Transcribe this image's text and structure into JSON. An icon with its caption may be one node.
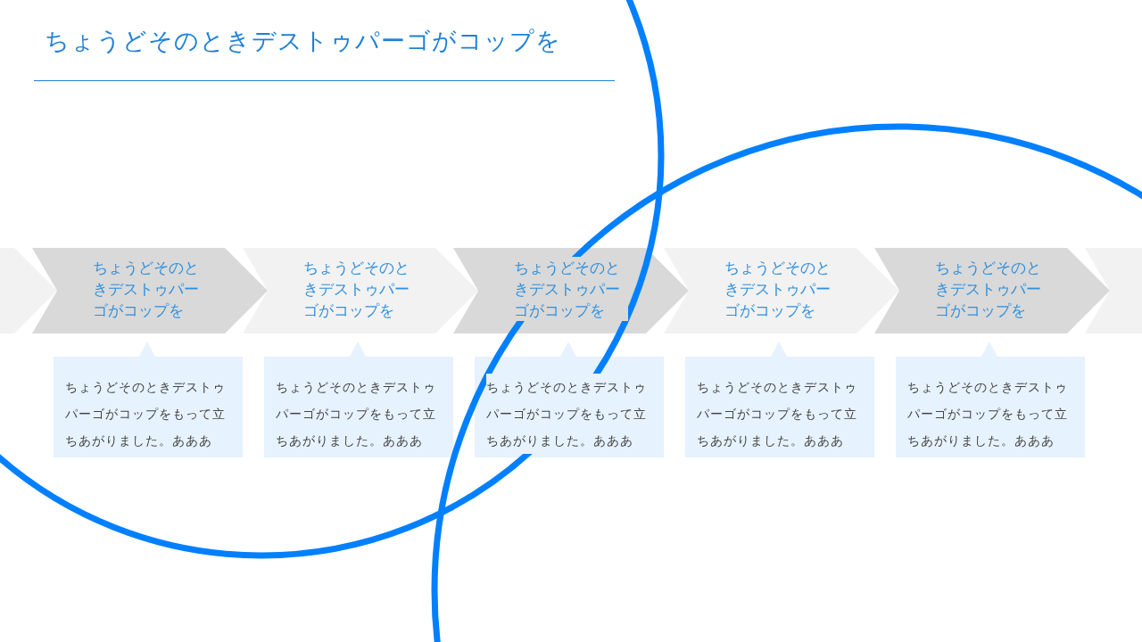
{
  "diagram": {
    "title": "ちょうどそのときデストゥパーゴがコップを",
    "nodes": [
      {
        "text": [],
        "shape": "chevron"
      },
      {
        "text": [
          "ちょうどそのときデストゥパーゴがコップを"
        ]
      },
      {
        "text": [
          "ちょうどそのときデストゥパーゴがコップを"
        ]
      },
      {
        "text": [
          "ちょうどそのときデストゥパーゴがコップを"
        ]
      },
      {
        "text": [
          "ちょうどそのときデストゥパーゴがコップを"
        ]
      },
      {
        "text": [
          "ちょうどそのときデストゥパーゴがコップを"
        ]
      },
      {
        "text": [],
        "shape": "chevron"
      },
      {
        "text": [
          "ちょうどそのときデストゥパーゴがコップをもって立ちあがりました。あああ"
        ]
      },
      {
        "text": [
          "ちょうどそのときデストゥパーゴがコップをもって立ちあがりました。あああ"
        ]
      },
      {
        "text": [
          "ちょうどそのときデストゥパーゴがコップをもって立ちあがりました。あああ"
        ]
      },
      {
        "text": [
          "ちょうどそのときデストゥパーゴがコップをもって立ちあがりました。あああ"
        ]
      },
      {
        "text": [
          "ちょうどそのときデストゥパーゴがコップをもって立ちあがりました。あああ"
        ]
      }
    ]
  }
}
